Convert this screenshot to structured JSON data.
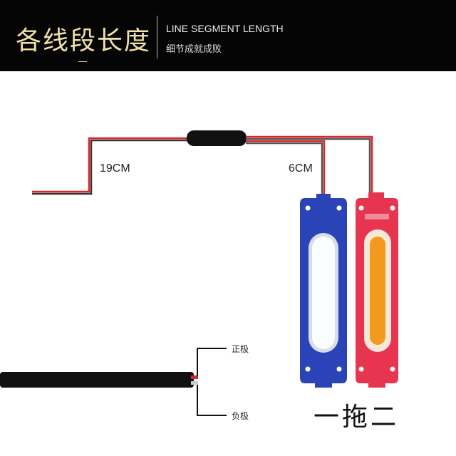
{
  "header": {
    "title": "各线段长度",
    "subtitle_en": "LINE SEGMENT LENGTH",
    "subtitle_cn": "细节成就成败"
  },
  "diagram": {
    "input_length": "19CM",
    "branch_length": "6CM",
    "positive_label": "正极",
    "negative_label": "负极",
    "caption": "一拖二",
    "colors": {
      "module_left": "#2a44b8",
      "module_right": "#e8354f",
      "wire": "#d8242a",
      "cable": "#111111",
      "header_bg": "#050505",
      "title": "#f1e2a8"
    }
  }
}
